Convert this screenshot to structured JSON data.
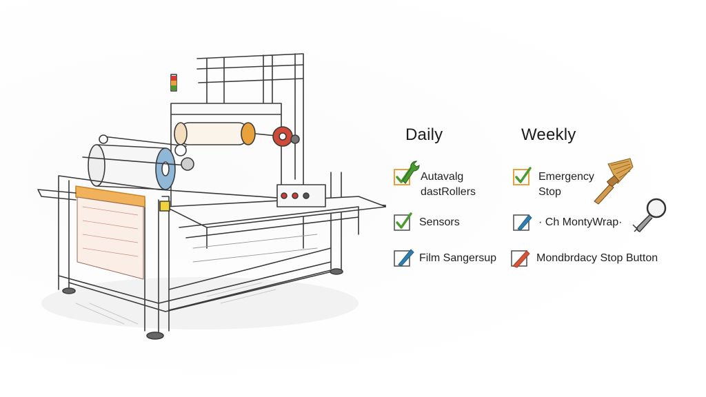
{
  "columns": [
    {
      "heading": "Daily",
      "items": [
        {
          "line1": "Autavalg",
          "line2": "dastRollers",
          "check": "check",
          "color": "#4a9a30"
        },
        {
          "line1": "Sensors",
          "line2": "",
          "check": "check",
          "color": "#4a9a30"
        },
        {
          "line1": "Film Sangersup",
          "line2": "",
          "check": "brush-mark",
          "color": "#2f7fae"
        }
      ]
    },
    {
      "heading": "Weekly",
      "items": [
        {
          "line1": "Emergency",
          "line2": "Stop",
          "check": "check",
          "color": "#4a9a30"
        },
        {
          "line1": "· Ch MontyWrap·",
          "line2": "",
          "check": "brush-mark",
          "color": "#2f7fae"
        },
        {
          "line1": "Mondbrdacy Stop Button",
          "line2": "",
          "check": "brush-mark",
          "color": "#d5553a"
        }
      ]
    }
  ],
  "tools": [
    "wrench-icon",
    "paintbrush-icon",
    "magnifier-wrench-icon"
  ],
  "accent_colors": {
    "green": "#4a9a30",
    "blue": "#2f7fae",
    "red": "#d5553a",
    "orange": "#e9a23b",
    "roller_blue": "#8fb7d8"
  }
}
